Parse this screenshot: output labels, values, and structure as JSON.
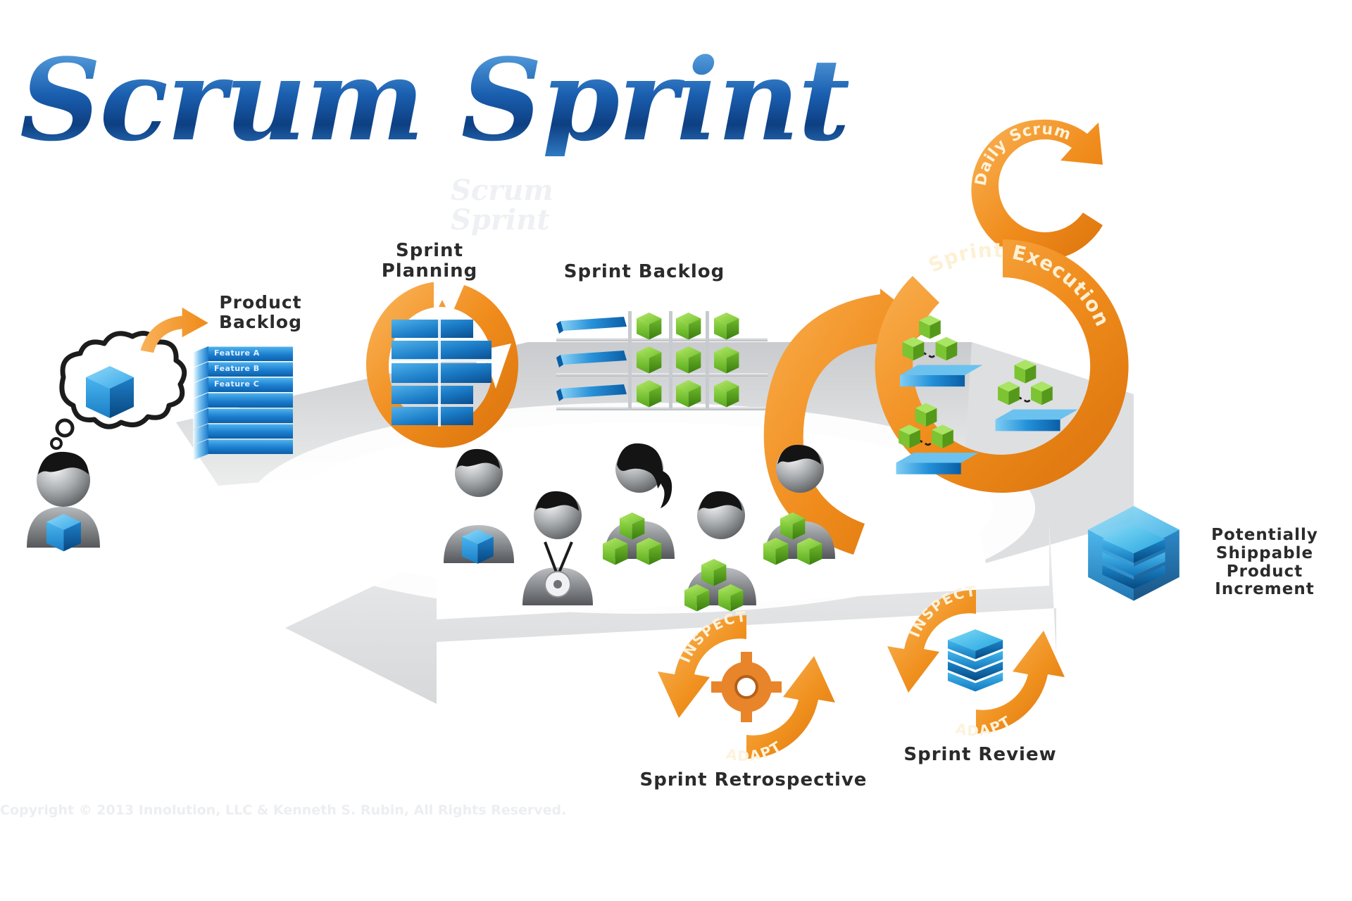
{
  "title": {
    "text": "Scrum Sprint",
    "ghost": "Scrum\nSprint"
  },
  "labels": {
    "product_backlog": "Product\nBacklog",
    "sprint_planning": "Sprint Planning",
    "sprint_backlog": "Sprint Backlog",
    "daily_scrum": "Daily Scrum",
    "sprint_execution": "Sprint Execution",
    "sprint_review": "Sprint Review",
    "sprint_retrospective": "Sprint Retrospective",
    "increment": "Potentially\nShippable Product\nIncrement"
  },
  "product_backlog": {
    "items": [
      {
        "label": "Feature A"
      },
      {
        "label": "Feature B"
      },
      {
        "label": "Feature C"
      },
      {
        "label": ""
      },
      {
        "label": ""
      },
      {
        "label": ""
      },
      {
        "label": ""
      }
    ]
  },
  "inspect_adapt": {
    "inspect": "INSPECT",
    "adapt": "ADAPT"
  },
  "sprint_backlog": {
    "rows": [
      {
        "story": "story-bar",
        "tasks": 3
      },
      {
        "story": "story-bar",
        "tasks": 3
      },
      {
        "story": "story-bar",
        "tasks": 3
      }
    ]
  },
  "team": {
    "members": [
      {
        "role": "product-owner",
        "badge": "blue-cube"
      },
      {
        "role": "scrum-master",
        "badge": "whistle"
      },
      {
        "role": "developer",
        "badge": "green-cubes"
      },
      {
        "role": "developer",
        "badge": "green-cubes"
      },
      {
        "role": "developer",
        "badge": "green-cubes"
      }
    ]
  },
  "sprint_execution": {
    "stories": [
      {
        "tasks": 3
      },
      {
        "tasks": 3
      },
      {
        "tasks": 3
      }
    ]
  },
  "colors": {
    "title_blue": "#1b5fb0",
    "orange": "#f28c20",
    "orange_dark": "#d9760f",
    "blue": "#1e84d2",
    "blue_dark": "#0a5ea6",
    "green": "#7ac943",
    "green_dark": "#4f9e1e",
    "grey_loop": "#e2e3e5",
    "ink": "#2b2b2b"
  },
  "copyright": "Copyright © 2013 Innolution, LLC & Kenneth S. Rubin, All Rights Reserved."
}
